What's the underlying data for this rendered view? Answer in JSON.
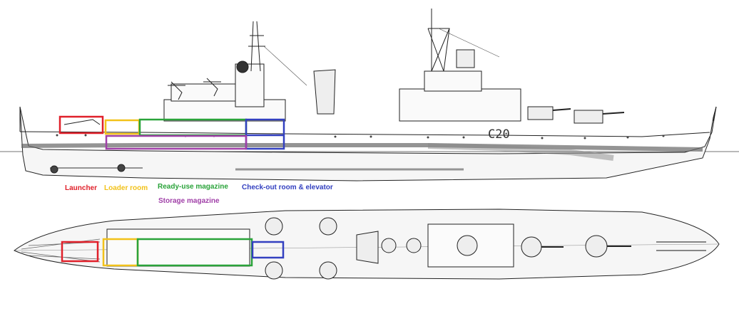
{
  "hull_marking": "C20",
  "legend": {
    "launcher": {
      "label": "Launcher",
      "color": "#e0202a"
    },
    "loader": {
      "label": "Loader room",
      "color": "#f2c21a"
    },
    "ready": {
      "label": "Ready-use magazine",
      "color": "#2aa33a"
    },
    "checkout": {
      "label": "Check-out room & elevator",
      "color": "#3340c0"
    },
    "storage": {
      "label": "Storage magazine",
      "color": "#a040a8"
    }
  },
  "colors": {
    "line": "#222222",
    "hull_fill": "#f4f4f4",
    "stripe": "#8a8a8a"
  },
  "views": [
    "side-profile",
    "top-plan"
  ]
}
